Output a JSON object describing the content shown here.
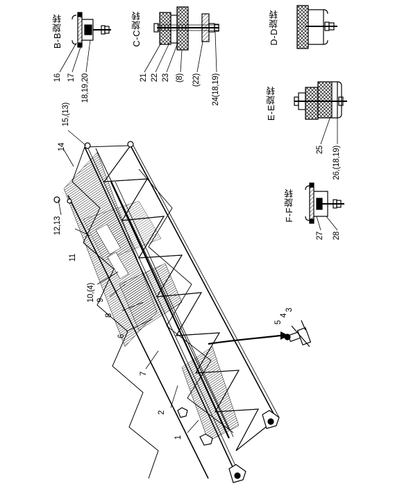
{
  "section_labels": [
    {
      "id": "bb",
      "text": "B-B旋转"
    },
    {
      "id": "cc",
      "text": "C-C旋转"
    },
    {
      "id": "dd",
      "text": "D-D旋转"
    },
    {
      "id": "ee",
      "text": "E-E旋转"
    },
    {
      "id": "ff",
      "text": "F-F旋转"
    }
  ],
  "callouts": [
    {
      "id": "c16",
      "text": "16"
    },
    {
      "id": "c17",
      "text": "17"
    },
    {
      "id": "c18",
      "text": "18,19,20"
    },
    {
      "id": "c21",
      "text": "21"
    },
    {
      "id": "c22",
      "text": "22"
    },
    {
      "id": "c23",
      "text": "23"
    },
    {
      "id": "c8p",
      "text": "(8)"
    },
    {
      "id": "c22p",
      "text": "(22)"
    },
    {
      "id": "c24",
      "text": "24(18,19)"
    },
    {
      "id": "c25",
      "text": "25"
    },
    {
      "id": "c26",
      "text": "26,(18,19)"
    },
    {
      "id": "c27",
      "text": "27"
    },
    {
      "id": "c28",
      "text": "28"
    },
    {
      "id": "c15",
      "text": "15,(13)"
    },
    {
      "id": "c14",
      "text": "14"
    },
    {
      "id": "c12",
      "text": "12,13"
    },
    {
      "id": "c11",
      "text": "11"
    },
    {
      "id": "c10",
      "text": "10,(4)"
    },
    {
      "id": "c9",
      "text": "9"
    },
    {
      "id": "c8",
      "text": "8"
    },
    {
      "id": "c6",
      "text": "6"
    },
    {
      "id": "c7",
      "text": "7"
    },
    {
      "id": "c5",
      "text": "5"
    },
    {
      "id": "c4",
      "text": "4"
    },
    {
      "id": "c3",
      "text": "3"
    },
    {
      "id": "c2",
      "text": "2"
    },
    {
      "id": "c1",
      "text": "1"
    }
  ]
}
